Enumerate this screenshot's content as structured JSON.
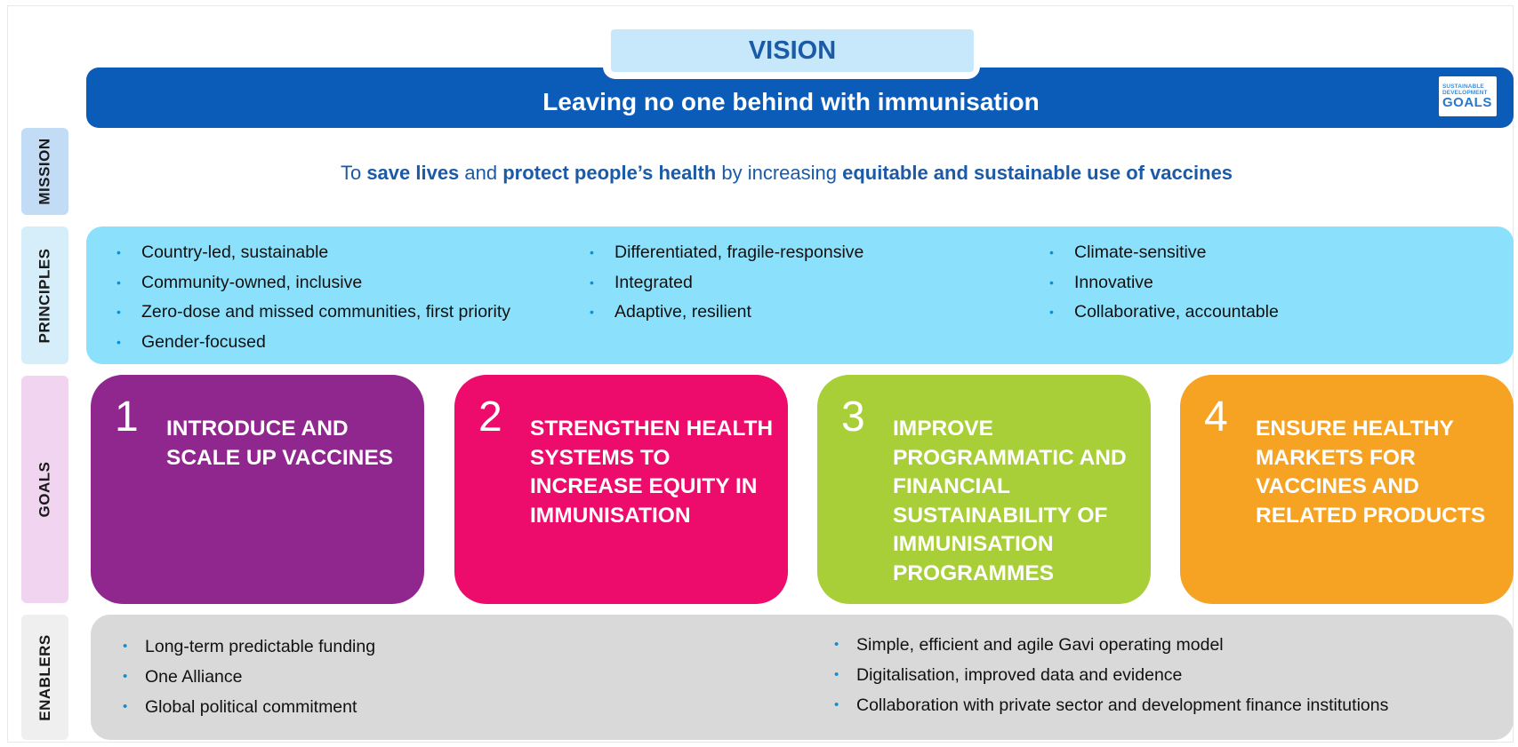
{
  "vision": {
    "label": "VISION",
    "statement": "Leaving no one behind with immunisation",
    "sdg_logo": {
      "line1": "SUSTAINABLE",
      "line2": "DEVELOPMENT",
      "line3": "GOALS"
    }
  },
  "sections": {
    "mission": "MISSION",
    "principles": "PRINCIPLES",
    "goals": "GOALS",
    "enablers": "ENABLERS"
  },
  "mission": {
    "p1": "To ",
    "b1": "save lives",
    "p2": " and ",
    "b2": "protect people’s health",
    "p3": " by increasing ",
    "b3": "equitable and sustainable use of vaccines"
  },
  "principles": {
    "col1": [
      "Country-led, sustainable",
      "Community-owned,  inclusive",
      "Zero-dose and missed communities,  first priority",
      "Gender-focused"
    ],
    "col2": [
      "Differentiated, fragile-responsive",
      "Integrated",
      "Adaptive,  resilient"
    ],
    "col3": [
      "Climate-sensitive",
      "Innovative",
      "Collaborative,  accountable"
    ]
  },
  "goals": [
    {
      "number": "1",
      "title": "INTRODUCE AND SCALE UP VACCINES",
      "color": "#90278e"
    },
    {
      "number": "2",
      "title": "STRENGTHEN HEALTH SYSTEMS TO INCREASE EQUITY IN IMMUNISATION",
      "color": "#ed0b6c"
    },
    {
      "number": "3",
      "title": "IMPROVE PROGRAMMATIC AND FINANCIAL SUSTAINABILITY OF IMMUNISATION PROGRAMMES",
      "color": "#a8cf38"
    },
    {
      "number": "4",
      "title": "ENSURE HEALTHY MARKETS FOR VACCINES AND RELATED PRODUCTS",
      "color": "#f6a323"
    }
  ],
  "enablers": {
    "col1": [
      "Long-term predictable funding",
      "One Alliance",
      "Global political commitment"
    ],
    "col2": [
      "Simple,  efficient and agile Gavi operating model",
      "Digitalisation, improved data and evidence",
      "Collaboration with private sector and development finance institutions"
    ]
  },
  "colors": {
    "vision_bar": "#0b5cb8",
    "vision_label_bg": "#c7e8fa",
    "mission_text": "#1b5aa7",
    "principles_bg": "#8be1fb",
    "enablers_bg": "#d9d9d9",
    "bullet": "#0b8fd8"
  },
  "bullet_symbol": "•"
}
